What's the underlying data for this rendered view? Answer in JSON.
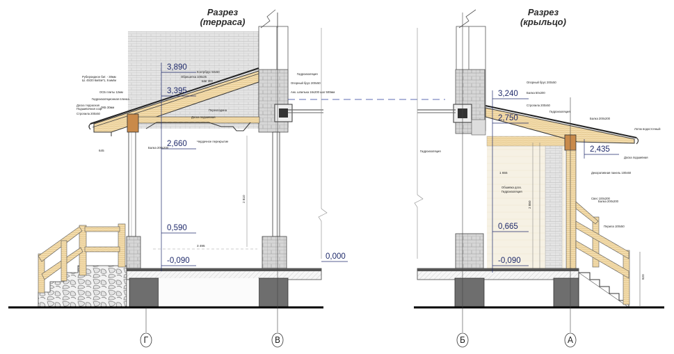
{
  "sections": {
    "left": {
      "title_line1": "Разрез",
      "title_line2": "(терраса)"
    },
    "right": {
      "title_line1": "Разрез",
      "title_line2": "(крыльцо)"
    }
  },
  "elevations": {
    "left": [
      "3,890",
      "3,395",
      "2,660",
      "0,590",
      "-0,090",
      "0,000"
    ],
    "right": [
      "3,240",
      "2,750",
      "2,435",
      "0,665",
      "-0,090"
    ]
  },
  "axes": {
    "g": "Г",
    "v": "В",
    "b": "Б",
    "a": "А"
  },
  "annotations": {
    "left": [
      "Рубероидное бит. - 30мм",
      "Ш. 45/20 6м/4м*1, 9.мм/м",
      "ОСБ плиты 12мм",
      "Гидроизоляционная пленка",
      "Доска террасная",
      "Подшивочная соф.",
      "ЗКБ 30мм",
      "Стропила 200х50",
      "Контрбрус 50х50",
      "Обрешетка 100х25",
      "Шаг 300",
      "Гидроизоляция",
      "Опорный брус 200х50",
      "Анк. шпилька 16х200 шаг 500мм",
      "Перекладина",
      "Доска подшивная",
      "Чердачное перекрытие",
      "Балка 200х200",
      "645",
      "3 495",
      "2 810"
    ],
    "right": [
      "Гидроизоляция",
      "Опорный брус 200х50",
      "Балка 50х200",
      "Стропила 200х50",
      "Гидроизоляция",
      "Балка 200х200",
      "Доска подшивная",
      "Обшивка доск.",
      "Гидроизоляция",
      "Декоративная панель 100х50",
      "Свес 100х200",
      "Лоток водосточный",
      "Балка 200х200",
      "Перила 100х50",
      "1 655",
      "2 850",
      "820"
    ]
  },
  "colors": {
    "brick": "#d9d9d9",
    "block": "#6e6e6e",
    "wood": "#f0d7a6",
    "wood_dark": "#c98a4a",
    "ground": "#000000",
    "elevation_text": "#1f2a6b"
  }
}
